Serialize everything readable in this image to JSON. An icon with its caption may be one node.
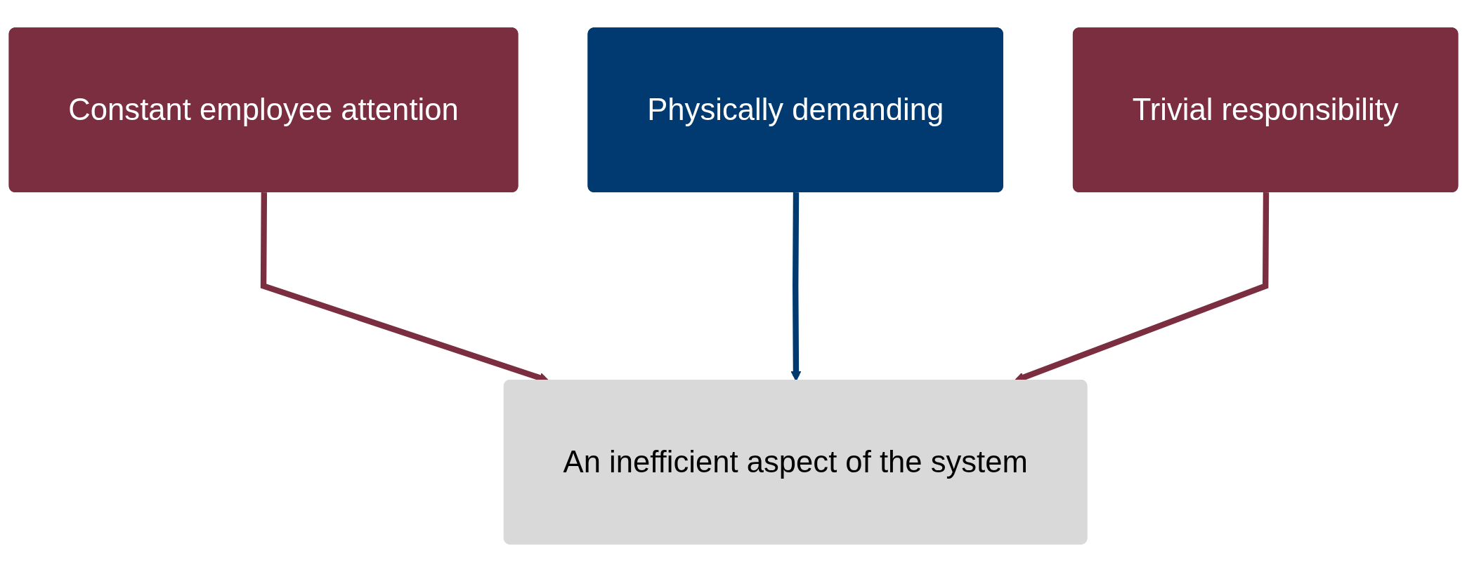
{
  "diagram": {
    "nodes": [
      {
        "text": [
          "Constant employee attention"
        ]
      },
      {
        "text": [
          "Physically demanding"
        ]
      },
      {
        "text": [
          "Trivial responsibility"
        ]
      },
      {
        "text": [
          "An inefficient aspect of the system"
        ]
      }
    ],
    "edges": [
      {
        "from": 0,
        "to": 3,
        "arrow": "to",
        "color": "#7a2e40"
      },
      {
        "from": 1,
        "to": 3,
        "arrow": "to",
        "color": "#003a70"
      },
      {
        "from": 2,
        "to": 3,
        "arrow": "to",
        "color": "#7a2e40"
      }
    ]
  }
}
